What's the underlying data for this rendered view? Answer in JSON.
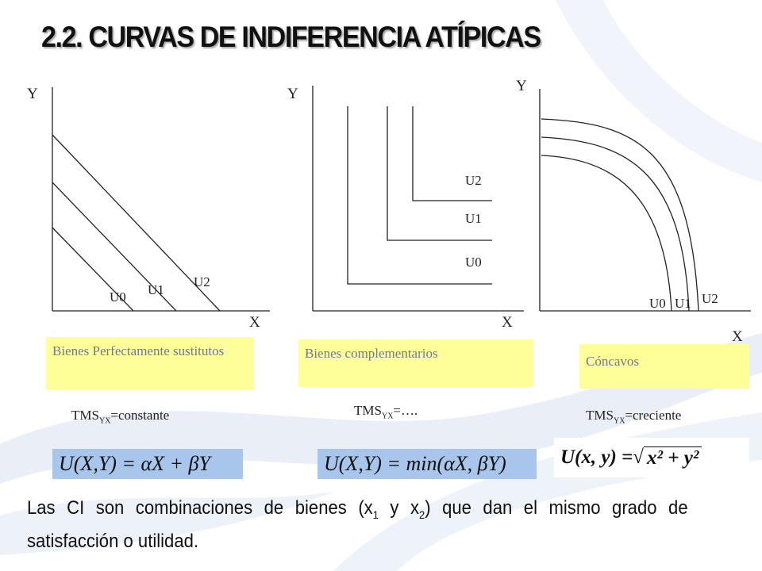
{
  "title": "2.2. CURVAS DE INDIFERENCIA ATÍPICAS",
  "panels": [
    {
      "axis_y": "Y",
      "axis_x": "X",
      "curves": [
        "U0",
        "U1",
        "U2"
      ],
      "caption": "Bienes Perfectamente sustitutos",
      "tms_prefix": "TMS",
      "tms_sub": "YX",
      "tms_value": "=constante",
      "formula": "U(X,Y) = αX + βY"
    },
    {
      "axis_y": "Y",
      "axis_x": "X",
      "curves": [
        "U0",
        "U1",
        "U2"
      ],
      "caption": "Bienes complementarios",
      "tms_prefix": "TMS",
      "tms_sub": "YX",
      "tms_value": "=….",
      "formula": "U(X,Y) = min(αX, βY)"
    },
    {
      "axis_y": "Y",
      "axis_x": "X",
      "curves": [
        "U0",
        "U1",
        "U2"
      ],
      "caption": "Cóncavos",
      "tms_prefix": "TMS",
      "tms_sub": "YX",
      "tms_value": "=creciente",
      "formula_left": "U(x, y) = ",
      "formula_radicand": "x² + y²"
    }
  ],
  "footer": {
    "text_a": "Las CI son combinaciones de bienes (x",
    "sub_1": "1",
    "text_b": " y x",
    "sub_2": "2",
    "text_c": ") que  dan el mismo grado de satisfacción o utilidad."
  },
  "colors": {
    "caption_bg": "#ffff99",
    "formula_bg": "#a8c6ec",
    "caption_text": "#6a7a9a"
  }
}
